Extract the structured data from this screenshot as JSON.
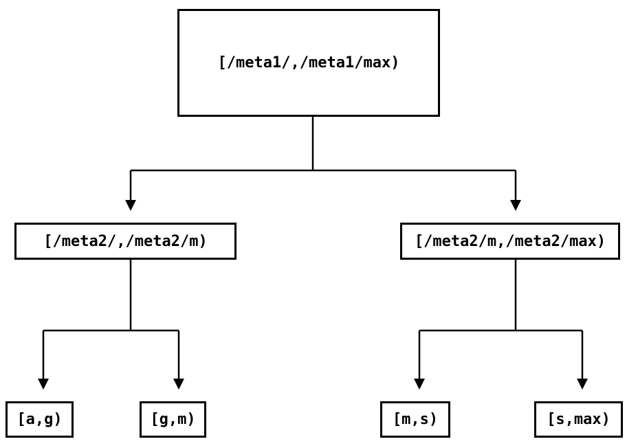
{
  "diagram": {
    "type": "tree",
    "background_color": "#ffffff",
    "line_color": "#000000",
    "nodes": {
      "root": {
        "label": "[/meta1/,/meta1/max)"
      },
      "left": {
        "label": "[/meta2/,/meta2/m)"
      },
      "right": {
        "label": "[/meta2/m,/meta2/max)"
      },
      "leaf1": {
        "label": "[a,g)"
      },
      "leaf2": {
        "label": "[g,m)"
      },
      "leaf3": {
        "label": "[m,s)"
      },
      "leaf4": {
        "label": "[s,max)"
      }
    },
    "edges": [
      {
        "from": "root",
        "to": "left"
      },
      {
        "from": "root",
        "to": "right"
      },
      {
        "from": "left",
        "to": "leaf1"
      },
      {
        "from": "left",
        "to": "leaf2"
      },
      {
        "from": "right",
        "to": "leaf3"
      },
      {
        "from": "right",
        "to": "leaf4"
      }
    ]
  }
}
